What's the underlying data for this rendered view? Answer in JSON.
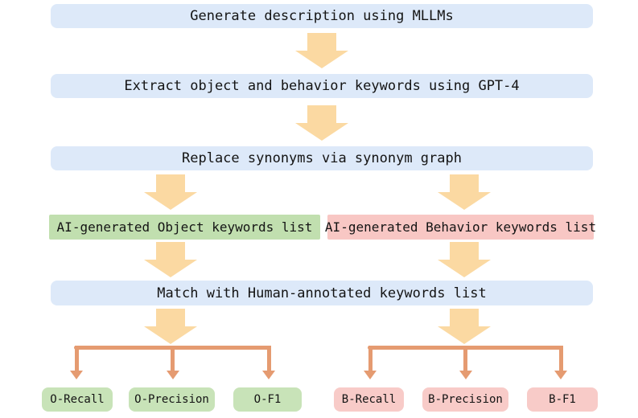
{
  "colors": {
    "box_blue": "#dde9f9",
    "box_green": "#c1dfaf",
    "box_green_light": "#c8e3b8",
    "box_pink": "#f8c7c4",
    "box_pink_light": "#f8cbc8",
    "arrow_yellow": "#fbd9a2",
    "connector_orange": "#e59b71",
    "text": "#141414"
  },
  "flow": {
    "steps": {
      "generate": "Generate description using MLLMs",
      "extract": "Extract object and behavior keywords using GPT-4",
      "replace": "Replace synonyms via synonym graph",
      "match": "Match with Human-annotated keywords list"
    },
    "lists": {
      "object": "AI-generated Object keywords list",
      "behavior": "AI-generated Behavior keywords list"
    },
    "metrics": {
      "object": [
        "O-Recall",
        "O-Precision",
        "O-F1"
      ],
      "behavior": [
        "B-Recall",
        "B-Precision",
        "B-F1"
      ]
    }
  }
}
